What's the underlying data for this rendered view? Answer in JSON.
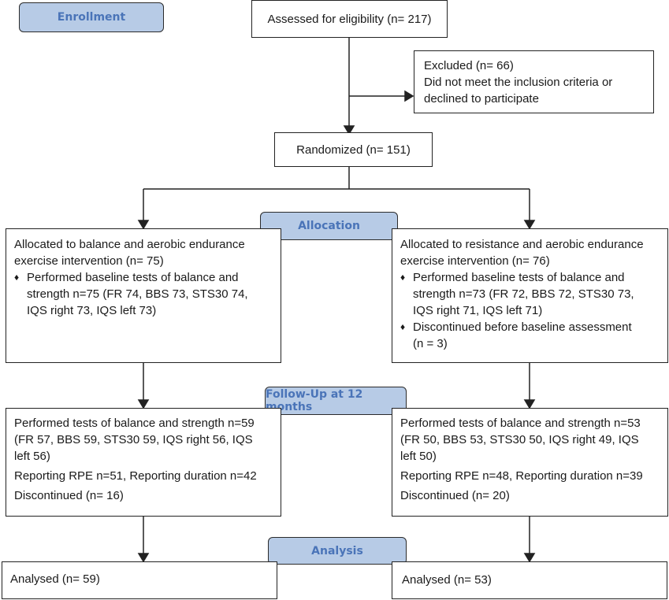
{
  "stages": {
    "enrollment": "Enrollment",
    "allocation": "Allocation",
    "followup": "Follow-Up at 12 months",
    "analysis": "Analysis"
  },
  "assessed": "Assessed for eligibility (n= 217)",
  "excluded": {
    "line1": "Excluded (n= 66)",
    "line2": "Did not meet the inclusion criteria or",
    "line3": "declined to participate"
  },
  "randomized": "Randomized (n= 151)",
  "left_alloc": {
    "line1": "Allocated to balance and aerobic endurance",
    "line2": "exercise intervention (n= 75)",
    "bullet1_line1": "Performed baseline tests of balance and",
    "bullet1_line2": "strength n=75 (FR 74, BBS 73, STS30 74,",
    "bullet1_line3": "IQS right 73, IQS left 73)"
  },
  "right_alloc": {
    "line1": "Allocated to resistance and aerobic endurance",
    "line2": "exercise intervention (n= 76)",
    "bullet1_line1": "Performed baseline tests of balance and",
    "bullet1_line2": "strength n=73 (FR 72, BBS 72, STS30 73,",
    "bullet1_line3": "IQS right 71, IQS left 71)",
    "bullet2_line1": "Discontinued before baseline assessment",
    "bullet2_line2": "(n = 3)"
  },
  "left_follow": {
    "line1": "Performed tests of balance and strength n=59",
    "line2": "(FR 57, BBS 59, STS30 59, IQS right 56, IQS",
    "line3": "left 56)",
    "line4": "Reporting RPE n=51, Reporting duration n=42",
    "line5": "Discontinued (n= 16)"
  },
  "right_follow": {
    "line1": "Performed tests of balance and strength n=53",
    "line2": "(FR 50, BBS 53, STS30 50, IQS right 49, IQS",
    "line3": "left 50)",
    "line4": "Reporting RPE n=48, Reporting duration n=39",
    "line5": "Discontinued (n= 20)"
  },
  "left_analysed": "Analysed (n= 59)",
  "right_analysed": "Analysed (n= 53)",
  "bullet_symbol": "♦",
  "colors": {
    "stage_fill": "#b7cbe6",
    "stage_text": "#4a74b8",
    "line": "#222222"
  }
}
